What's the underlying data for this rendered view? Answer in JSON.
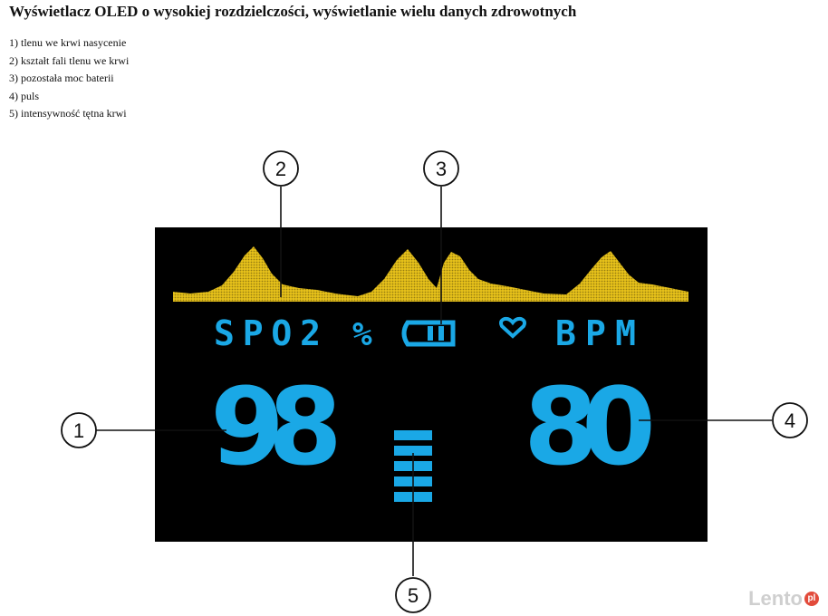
{
  "title": "Wyświetlacz OLED o wysokiej rozdzielczości, wyświetlanie wielu danych zdrowotnych",
  "features": [
    "1) tlenu we krwi nasycenie",
    "2) kształt fali tlenu we krwi",
    "3) pozostała moc baterii",
    "4) puls",
    "5) intensywność tętna krwi"
  ],
  "display": {
    "spo2_label": "SPO2",
    "percent_label": "%",
    "bpm_label": "BPM",
    "spo2_value": "98",
    "pulse_value": "80",
    "text_color": "#1aa8e6",
    "wave_color": "#e8c21a",
    "screen_color": "#000000",
    "pulse_bar_segments": 5
  },
  "callouts": {
    "c1": "1",
    "c2": "2",
    "c3": "3",
    "c4": "4",
    "c5": "5"
  },
  "watermark": {
    "text": "Lento",
    "badge": "pl"
  }
}
